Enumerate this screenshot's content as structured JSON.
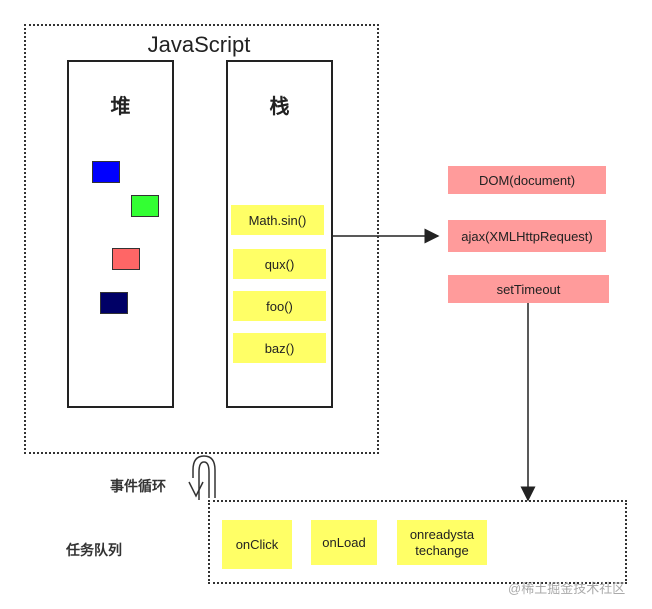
{
  "js_box": {
    "title": "JavaScript"
  },
  "heap": {
    "title": "堆",
    "square_colors": [
      "#0000ff",
      "#33ff33",
      "#ff6666",
      "#000066"
    ]
  },
  "stack": {
    "title": "栈",
    "frames": [
      "Math.sin()",
      "qux()",
      "foo()",
      "baz()"
    ]
  },
  "web_apis": [
    "DOM(document)",
    "ajax(XMLHttpRequest)",
    "setTimeout"
  ],
  "event_loop_label": "事件循环",
  "task_queue": {
    "label": "任务队列",
    "items": [
      "onClick",
      "onLoad",
      "onreadysta\ntechange"
    ]
  },
  "watermark": "@稀土掘金技术社区"
}
